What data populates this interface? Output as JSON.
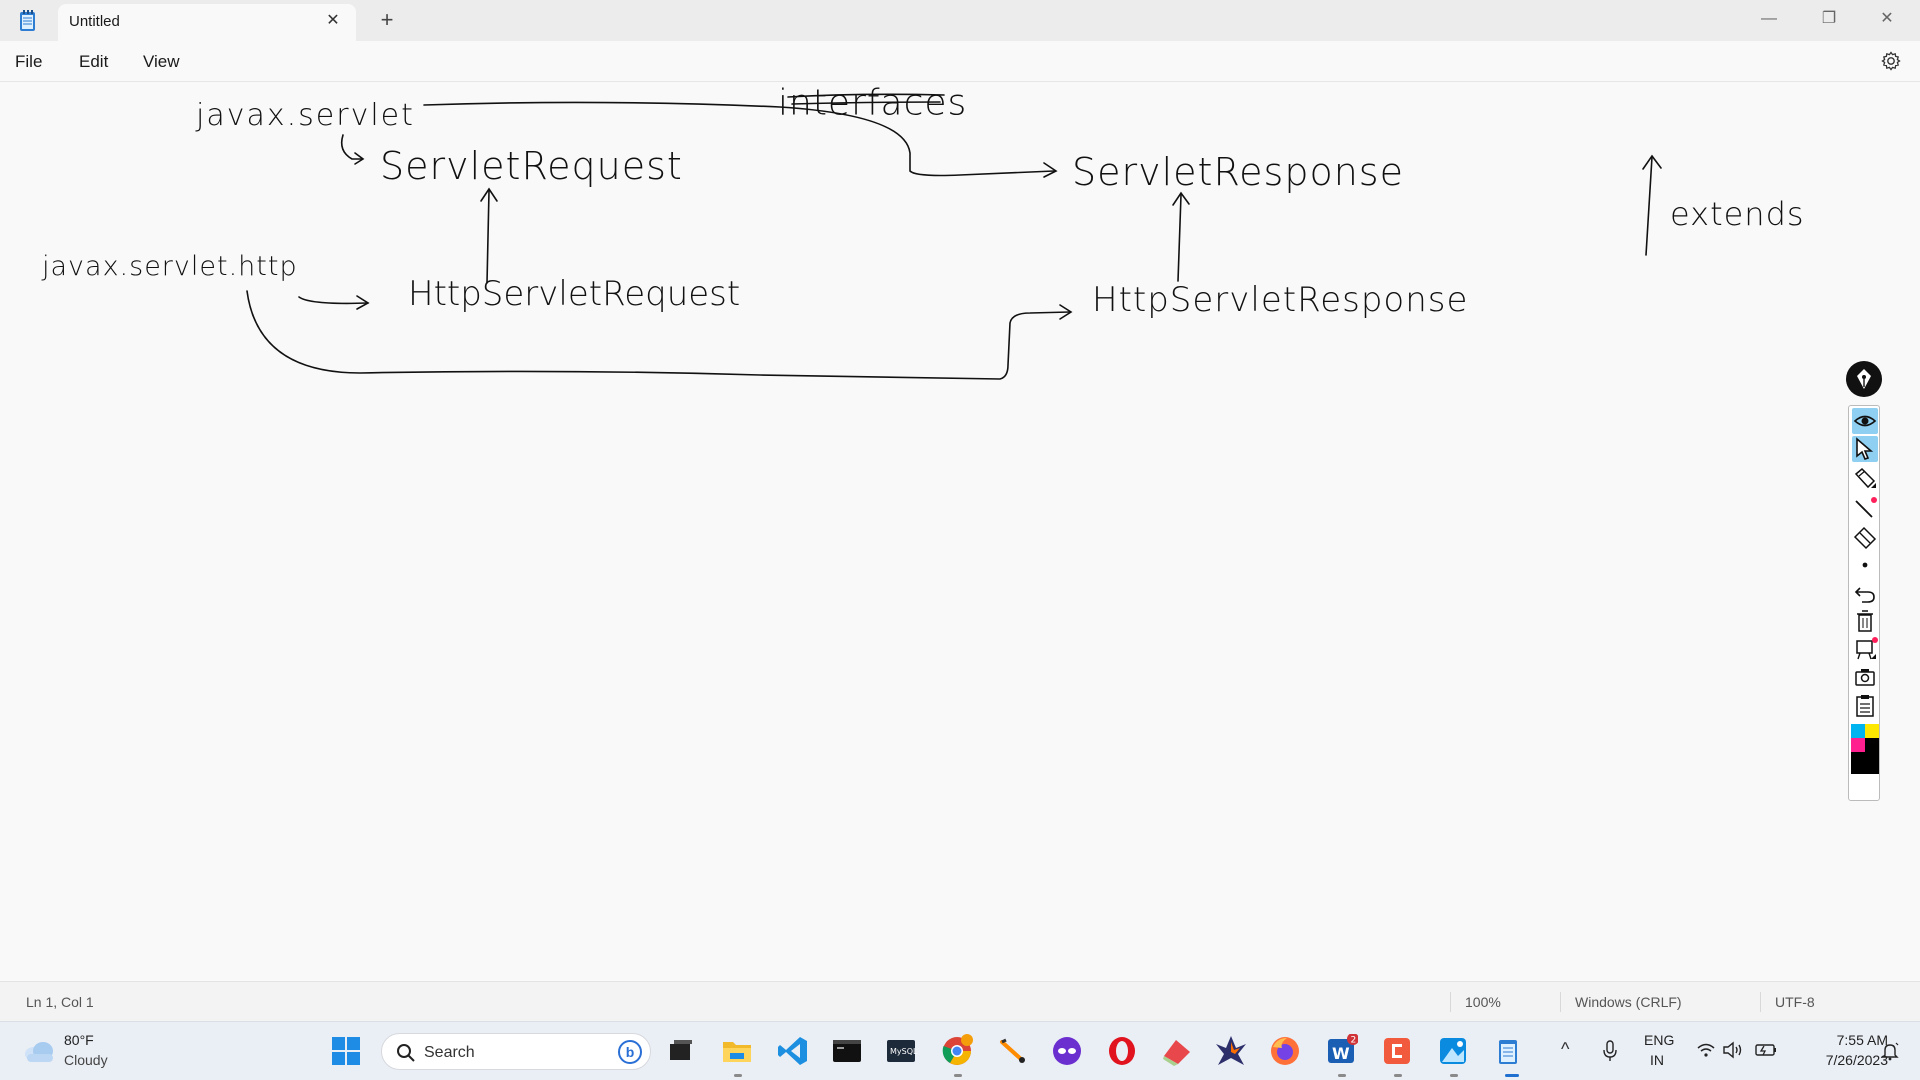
{
  "window": {
    "tab_title": "Untitled",
    "close_glyph": "✕",
    "new_tab_glyph": "+",
    "minimize_glyph": "—",
    "maximize_glyph": "❐",
    "close_window_glyph": "✕"
  },
  "menu": {
    "file": "File",
    "edit": "Edit",
    "view": "View"
  },
  "canvas": {
    "heading": "interfaces",
    "pkg_servlet": "javax.servlet",
    "pkg_http": "javax.servlet.http",
    "servlet_request": "ServletRequest",
    "servlet_response": "ServletResponse",
    "http_request": "HttpServletRequest",
    "http_response": "HttpServletResponse",
    "legend_extends": "extends"
  },
  "status": {
    "position": "Ln 1, Col 1",
    "zoom": "100%",
    "line_endings": "Windows (CRLF)",
    "encoding": "UTF-8"
  },
  "taskbar": {
    "weather_temp": "80°F",
    "weather_condition": "Cloudy",
    "search_label": "Search",
    "bing_glyph": "b",
    "lang_top": "ENG",
    "lang_bottom": "IN",
    "time": "7:55 AM",
    "date": "7/26/2023",
    "tray_chevron": "^",
    "badge_count": "2"
  },
  "icons": {
    "app": "notepad-icon",
    "settings": "gear-icon",
    "weather": "cloud-icon",
    "start": "windows-start-icon",
    "search": "search-icon"
  }
}
